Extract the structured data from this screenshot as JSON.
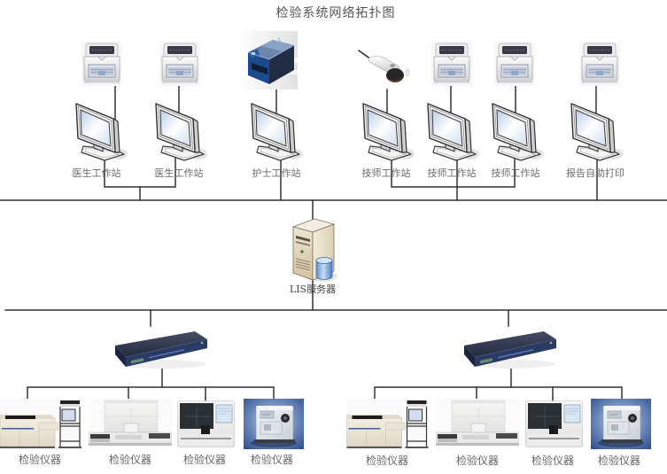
{
  "title": "检验系统网络拓扑图",
  "workstations": [
    {
      "label": "医生工作站",
      "peripheral_icon": "printer-icon",
      "terminal_icon": "monitor-icon"
    },
    {
      "label": "医生工作站",
      "peripheral_icon": "printer-icon",
      "terminal_icon": "monitor-icon"
    },
    {
      "label": "护士工作站",
      "peripheral_icon": "label-printer-icon",
      "terminal_icon": "monitor-icon"
    },
    {
      "label": "技师工作站",
      "peripheral_icon": "barcode-scanner-icon",
      "terminal_icon": "monitor-icon"
    },
    {
      "label": "技师工作站",
      "peripheral_icon": "printer-icon",
      "terminal_icon": "monitor-icon"
    },
    {
      "label": "技师工作站",
      "peripheral_icon": "printer-icon",
      "terminal_icon": "monitor-icon"
    },
    {
      "label": "报告自助打印",
      "peripheral_icon": "printer-icon",
      "terminal_icon": "monitor-icon"
    }
  ],
  "server": {
    "label": "LIS服务器",
    "icon": "server-database-icon"
  },
  "instrument_groups": [
    {
      "switch_icon": "network-switch-icon",
      "instruments": [
        {
          "label": "检验仪器",
          "icon": "chemistry-analyzer-icon"
        },
        {
          "label": "检验仪器",
          "icon": "sample-analyzer-icon"
        },
        {
          "label": "检验仪器",
          "icon": "hematology-analyzer-icon"
        },
        {
          "label": "检验仪器",
          "icon": "benchtop-analyzer-icon"
        }
      ]
    },
    {
      "switch_icon": "network-switch-icon",
      "instruments": [
        {
          "label": "检验仪器",
          "icon": "chemistry-analyzer-icon"
        },
        {
          "label": "检验仪器",
          "icon": "sample-analyzer-icon"
        },
        {
          "label": "检验仪器",
          "icon": "hematology-analyzer-icon"
        },
        {
          "label": "检验仪器",
          "icon": "benchtop-analyzer-icon"
        }
      ]
    }
  ],
  "colors": {
    "connection_line": "#333333",
    "label_text": "#666666",
    "title_text": "#555555",
    "label_printer_blue": "#1d4a8c",
    "switch_body": "#2a3a62",
    "server_beige": "#e6dac2",
    "database_blue": "#6f9fd8",
    "instrument_backdrop_blue": "#3a5a96"
  }
}
